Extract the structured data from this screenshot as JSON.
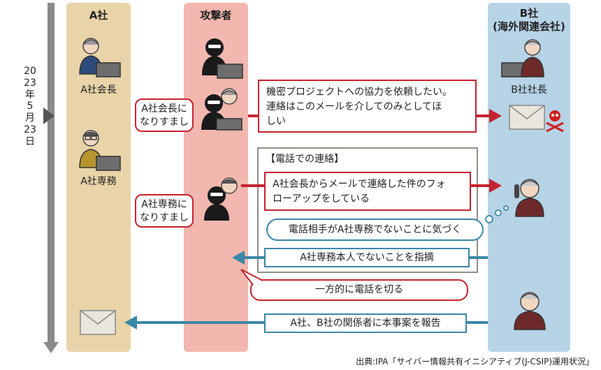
{
  "date": "2023年5月23日",
  "columns": {
    "company_a": "A社",
    "attacker": "攻撃者",
    "company_b_line1": "B社",
    "company_b_line2": "(海外関連会社)"
  },
  "people": {
    "a_chairman": "A社会長",
    "a_executive": "A社専務",
    "b_president": "B社社長"
  },
  "impersonation": {
    "chairman_line1": "A社会長に",
    "chairman_line2": "なりすまし",
    "executive_line1": "A社専務に",
    "executive_line2": "なりすまし"
  },
  "messages": {
    "email_request_line1": "機密プロジェクトへの協力を依頼したい。",
    "email_request_line2": "連絡はこのメールを介してのみとしてほ",
    "email_request_line3": "しい",
    "phone_section_title": "【電話での連絡】",
    "phone_followup_line1": "A社会長からメールで連絡した件のフォ",
    "phone_followup_line2": "ローアップをしている",
    "noticed": "電話相手がA社専務でないことに気づく",
    "pointed_out": "A社専務本人でないことを指摘",
    "hang_up": "一方的に電話を切る",
    "report": "A社、B社の関係者に本事案を報告"
  },
  "source": "出典:IPA「サイバー情報共有イニシアティブ(J-CSIP)運用状況」",
  "colors": {
    "company_a_bg": "#e8d4a8",
    "attacker_bg": "#f2b7ae",
    "company_b_bg": "#b7d3e6",
    "red": "#c5232f",
    "blue": "#3b87a7",
    "timeline": "#8a8a8a"
  }
}
